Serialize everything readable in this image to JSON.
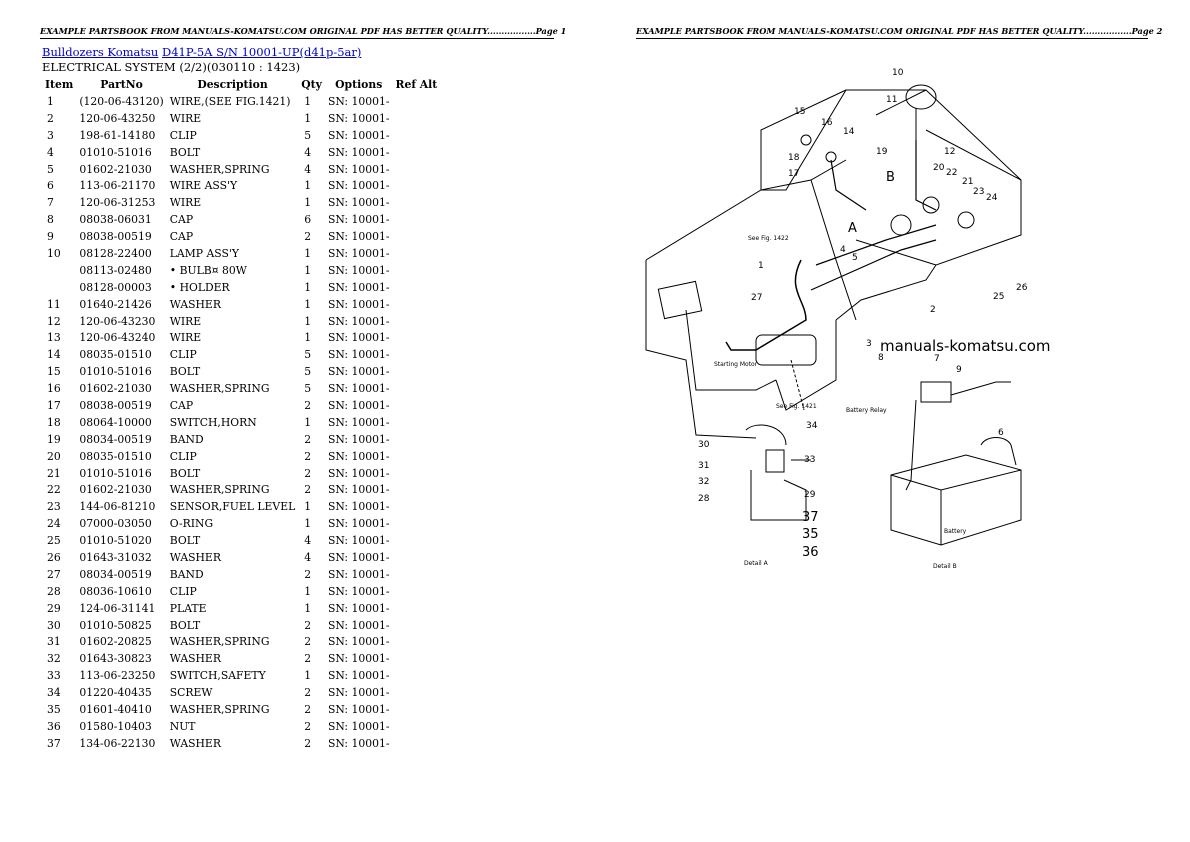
{
  "header": {
    "left": "EXAMPLE PARTSBOOK FROM MANUALS-KOMATSU.COM ORIGINAL PDF HAS BETTER QUALITY.................Page 1",
    "right": "EXAMPLE PARTSBOOK FROM MANUALS-KOMATSU.COM ORIGINAL PDF HAS BETTER QUALITY.................Page 2"
  },
  "breadcrumb": {
    "link1": "Bulldozers Komatsu",
    "link2": "D41P-5A S/N 10001-UP(d41p-5ar)"
  },
  "section_title": "ELECTRICAL SYSTEM (2/2)(030110 : 1423)",
  "table": {
    "headers": [
      "Item",
      "PartNo",
      "Description",
      "Qty",
      "Options",
      "Ref Alt"
    ],
    "rows": [
      {
        "item": "1",
        "part": "(120-06-43120)",
        "desc": "WIRE,(SEE FIG.1421)",
        "qty": "1",
        "opt": "SN: 10001-"
      },
      {
        "item": "2",
        "part": "120-06-43250",
        "desc": "WIRE",
        "qty": "1",
        "opt": "SN: 10001-"
      },
      {
        "item": "3",
        "part": "198-61-14180",
        "desc": "CLIP",
        "qty": "5",
        "opt": "SN: 10001-"
      },
      {
        "item": "4",
        "part": "01010-51016",
        "desc": "BOLT",
        "qty": "4",
        "opt": "SN: 10001-"
      },
      {
        "item": "5",
        "part": "01602-21030",
        "desc": "WASHER,SPRING",
        "qty": "4",
        "opt": "SN: 10001-"
      },
      {
        "item": "6",
        "part": "113-06-21170",
        "desc": "WIRE ASS'Y",
        "qty": "1",
        "opt": "SN: 10001-"
      },
      {
        "item": "7",
        "part": "120-06-31253",
        "desc": "WIRE",
        "qty": "1",
        "opt": "SN: 10001-"
      },
      {
        "item": "8",
        "part": "08038-06031",
        "desc": "CAP",
        "qty": "6",
        "opt": "SN: 10001-"
      },
      {
        "item": "9",
        "part": "08038-00519",
        "desc": "CAP",
        "qty": "2",
        "opt": "SN: 10001-"
      },
      {
        "item": "10",
        "part": "08128-22400",
        "desc": "LAMP ASS'Y",
        "qty": "1",
        "opt": "SN: 10001-"
      },
      {
        "item": "",
        "part": "08113-02480",
        "desc": "• BULB¤ 80W",
        "qty": "1",
        "opt": "SN: 10001-"
      },
      {
        "item": "",
        "part": "08128-00003",
        "desc": "• HOLDER",
        "qty": "1",
        "opt": "SN: 10001-"
      },
      {
        "item": "11",
        "part": "01640-21426",
        "desc": "WASHER",
        "qty": "1",
        "opt": "SN: 10001-"
      },
      {
        "item": "12",
        "part": "120-06-43230",
        "desc": "WIRE",
        "qty": "1",
        "opt": "SN: 10001-"
      },
      {
        "item": "13",
        "part": "120-06-43240",
        "desc": "WIRE",
        "qty": "1",
        "opt": "SN: 10001-"
      },
      {
        "item": "14",
        "part": "08035-01510",
        "desc": "CLIP",
        "qty": "5",
        "opt": "SN: 10001-"
      },
      {
        "item": "15",
        "part": "01010-51016",
        "desc": "BOLT",
        "qty": "5",
        "opt": "SN: 10001-"
      },
      {
        "item": "16",
        "part": "01602-21030",
        "desc": "WASHER,SPRING",
        "qty": "5",
        "opt": "SN: 10001-"
      },
      {
        "item": "17",
        "part": "08038-00519",
        "desc": "CAP",
        "qty": "2",
        "opt": "SN: 10001-"
      },
      {
        "item": "18",
        "part": "08064-10000",
        "desc": "SWITCH,HORN",
        "qty": "1",
        "opt": "SN: 10001-"
      },
      {
        "item": "19",
        "part": "08034-00519",
        "desc": "BAND",
        "qty": "2",
        "opt": "SN: 10001-"
      },
      {
        "item": "20",
        "part": "08035-01510",
        "desc": "CLIP",
        "qty": "2",
        "opt": "SN: 10001-"
      },
      {
        "item": "21",
        "part": "01010-51016",
        "desc": "BOLT",
        "qty": "2",
        "opt": "SN: 10001-"
      },
      {
        "item": "22",
        "part": "01602-21030",
        "desc": "WASHER,SPRING",
        "qty": "2",
        "opt": "SN: 10001-"
      },
      {
        "item": "23",
        "part": "144-06-81210",
        "desc": "SENSOR,FUEL LEVEL",
        "qty": "1",
        "opt": "SN: 10001-"
      },
      {
        "item": "24",
        "part": "07000-03050",
        "desc": "O-RING",
        "qty": "1",
        "opt": "SN: 10001-"
      },
      {
        "item": "25",
        "part": "01010-51020",
        "desc": "BOLT",
        "qty": "4",
        "opt": "SN: 10001-"
      },
      {
        "item": "26",
        "part": "01643-31032",
        "desc": "WASHER",
        "qty": "4",
        "opt": "SN: 10001-"
      },
      {
        "item": "27",
        "part": "08034-00519",
        "desc": "BAND",
        "qty": "2",
        "opt": "SN: 10001-"
      },
      {
        "item": "28",
        "part": "08036-10610",
        "desc": "CLIP",
        "qty": "1",
        "opt": "SN: 10001-"
      },
      {
        "item": "29",
        "part": "124-06-31141",
        "desc": "PLATE",
        "qty": "1",
        "opt": "SN: 10001-"
      },
      {
        "item": "30",
        "part": "01010-50825",
        "desc": "BOLT",
        "qty": "2",
        "opt": "SN: 10001-"
      },
      {
        "item": "31",
        "part": "01602-20825",
        "desc": "WASHER,SPRING",
        "qty": "2",
        "opt": "SN: 10001-"
      },
      {
        "item": "32",
        "part": "01643-30823",
        "desc": "WASHER",
        "qty": "2",
        "opt": "SN: 10001-"
      },
      {
        "item": "33",
        "part": "113-06-23250",
        "desc": "SWITCH,SAFETY",
        "qty": "1",
        "opt": "SN: 10001-"
      },
      {
        "item": "34",
        "part": "01220-40435",
        "desc": "SCREW",
        "qty": "2",
        "opt": "SN: 10001-"
      },
      {
        "item": "35",
        "part": "01601-40410",
        "desc": "WASHER,SPRING",
        "qty": "2",
        "opt": "SN: 10001-"
      },
      {
        "item": "36",
        "part": "01580-10403",
        "desc": "NUT",
        "qty": "2",
        "opt": "SN: 10001-"
      },
      {
        "item": "37",
        "part": "134-06-22130",
        "desc": "WASHER",
        "qty": "2",
        "opt": "SN: 10001-"
      }
    ]
  },
  "watermark": "manuals-komatsu.com",
  "diagram": {
    "callouts": [
      "10",
      "11",
      "15",
      "16",
      "14",
      "12",
      "18",
      "17",
      "19",
      "20",
      "22",
      "21",
      "23",
      "24",
      "B",
      "A",
      "1",
      "4",
      "5",
      "2",
      "3",
      "27",
      "26",
      "25",
      "8",
      "7",
      "9",
      "6",
      "34",
      "30",
      "33",
      "31",
      "32",
      "28",
      "29",
      "37",
      "35",
      "36"
    ],
    "captions": {
      "see1422": "See Fig. 1422",
      "see1421": "See Fig. 1421",
      "starting_motor": "Starting Motor",
      "battery_relay": "Battery Relay",
      "battery": "Battery",
      "detail_a": "Detail A",
      "detail_b": "Detail B"
    }
  }
}
